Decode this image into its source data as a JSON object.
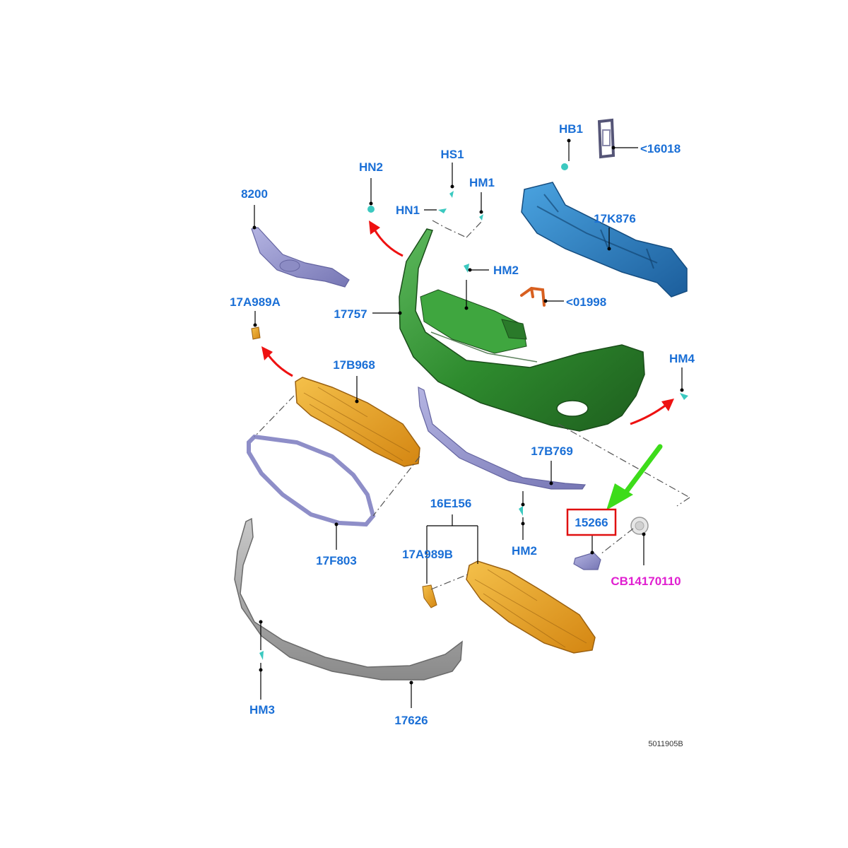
{
  "colors": {
    "label": "#1a6fd6",
    "special_label": "#e01fd0",
    "highlight_box": "#e01010",
    "green_arrow": "#3ddc1a",
    "red_arrow": "#ee1111",
    "bumper_cover": "#2e8b2e",
    "reinforcement": "#2a7fc4",
    "grille": "#e8a21e",
    "trim": "#8e8ec8",
    "lower_shield": "#a8a8a8",
    "fasteners": "#3cc9c0",
    "wire": "#d86020"
  },
  "labels": {
    "hb1": "HB1",
    "p16018": "<16018",
    "hs1": "HS1",
    "hn2": "HN2",
    "hm1": "HM1",
    "hn1": "HN1",
    "p8200": "8200",
    "p17k876": "17K876",
    "hm2_top": "HM2",
    "p01998": "<01998",
    "p17757": "17757",
    "p17a989a": "17A989A",
    "p17b968": "17B968",
    "hm4": "HM4",
    "p17b769": "17B769",
    "p16e156": "16E156",
    "p15266": "15266",
    "p17a989b": "17A989B",
    "hm2_bottom": "HM2",
    "p17f803": "17F803",
    "cb14170110": "CB14170110",
    "hm3": "HM3",
    "p17626": "17626",
    "diagram_number": "5011905B"
  }
}
